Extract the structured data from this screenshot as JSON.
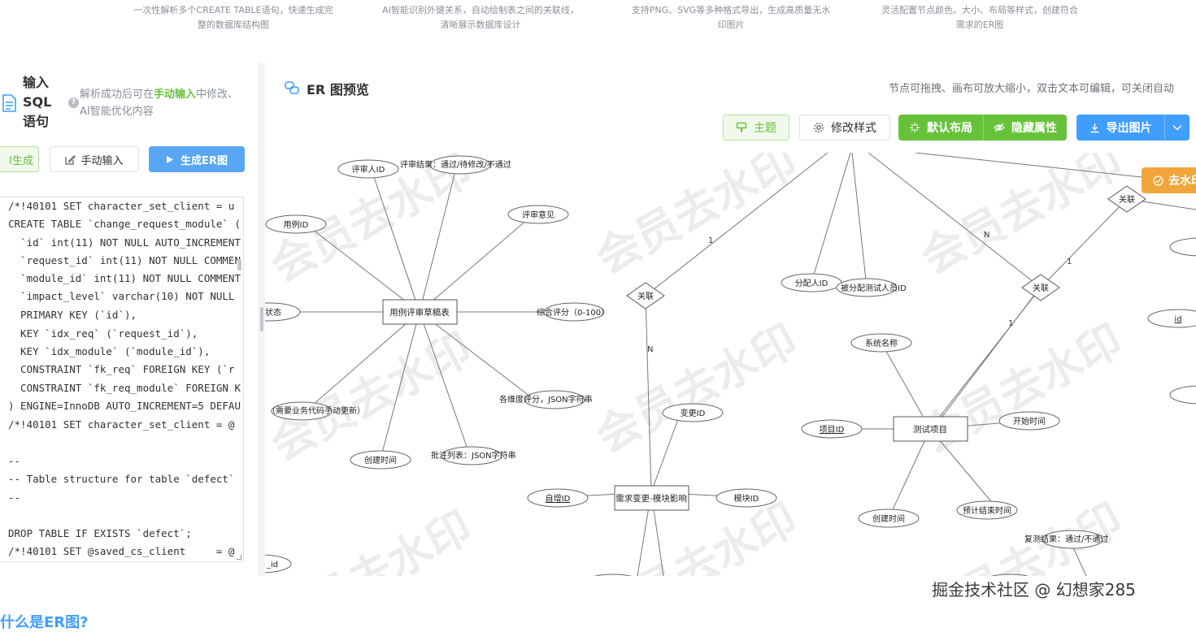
{
  "features": [
    {
      "line1": "一次性解析多个CREATE TABLE语句，快速生成完",
      "line2": "整的数据库结构图"
    },
    {
      "line1": "AI智能识别外键关系，自动绘制表之间的关联线，",
      "line2": "清晰展示数据库设计"
    },
    {
      "line1": "支持PNG、SVG等多种格式导出，生成高质量无水",
      "line2": "印图片"
    },
    {
      "line1": "灵活配置节点颜色、大小、布局等样式，创建符合",
      "line2": "需求的ER图"
    }
  ],
  "left_panel": {
    "title": "输入 SQL 语句",
    "title_icon": "document-icon",
    "hint_prefix": "解析成功后可在",
    "hint_highlight": "手动输入",
    "hint_suffix": "中修改、AI智能优化内容",
    "buttons": {
      "ai": "I生成",
      "manual": "手动输入",
      "generate": "生成ER图"
    },
    "code_lines": [
      "/*!40101 SET character_set_client = u",
      "CREATE TABLE `change_request_module` (",
      "  `id` int(11) NOT NULL AUTO_INCREMENT",
      "  `request_id` int(11) NOT NULL COMMEN",
      "  `module_id` int(11) NOT NULL COMMENT",
      "  `impact_level` varchar(10) NOT NULL",
      "  PRIMARY KEY (`id`),",
      "  KEY `idx_req` (`request_id`),",
      "  KEY `idx_module` (`module_id`),",
      "  CONSTRAINT `fk_req` FOREIGN KEY (`r",
      "  CONSTRAINT `fk_req_module` FOREIGN K",
      ") ENGINE=InnoDB AUTO_INCREMENT=5 DEFAU",
      "/*!40101 SET character_set_client = @",
      "",
      "--",
      "-- Table structure for table `defect`",
      "--",
      "",
      "DROP TABLE IF EXISTS `defect`;",
      "/*!40101 SET @saved_cs_client     = @"
    ]
  },
  "er_panel": {
    "title": "ER 图预览",
    "tips": "节点可拖拽、画布可放大缩小，双击文本可编辑，可关闭自动",
    "toolbar": {
      "theme": "主题",
      "style": "修改样式",
      "layout": "默认布局",
      "hide_attrs": "隐藏属性",
      "export": "导出图片"
    },
    "unwatermark": "去水印",
    "watermark": "会员去水印",
    "entities": [
      "用例评审草稿表",
      "需求变更-模块影响",
      "测试项目"
    ],
    "attributes": [
      "评审人ID",
      "评审结果：通过/待修改/不通过",
      "评审意见",
      "用例ID",
      "综合评分（0-100）",
      "各维度评分，JSON字符串",
      "批注列表：JSON字符串",
      "创建时间",
      "（需要业务代码手动更新）",
      "状态",
      "变更ID",
      "自增ID",
      "模块ID",
      "分配人ID",
      "被分配测试人员ID",
      "系统名称",
      "项目ID",
      "开始时间",
      "创建时间",
      "预计结束时间",
      "复测结果：通过/不通过",
      "id",
      "_id"
    ],
    "relations": [
      "关联",
      "关联",
      "关联"
    ],
    "cardinalities": [
      "1",
      "N",
      "N",
      "1",
      "1"
    ]
  },
  "footer": {
    "credit": "掘金技术社区 @ 幻想家285",
    "bottom_heading": "什么是ER图?"
  }
}
